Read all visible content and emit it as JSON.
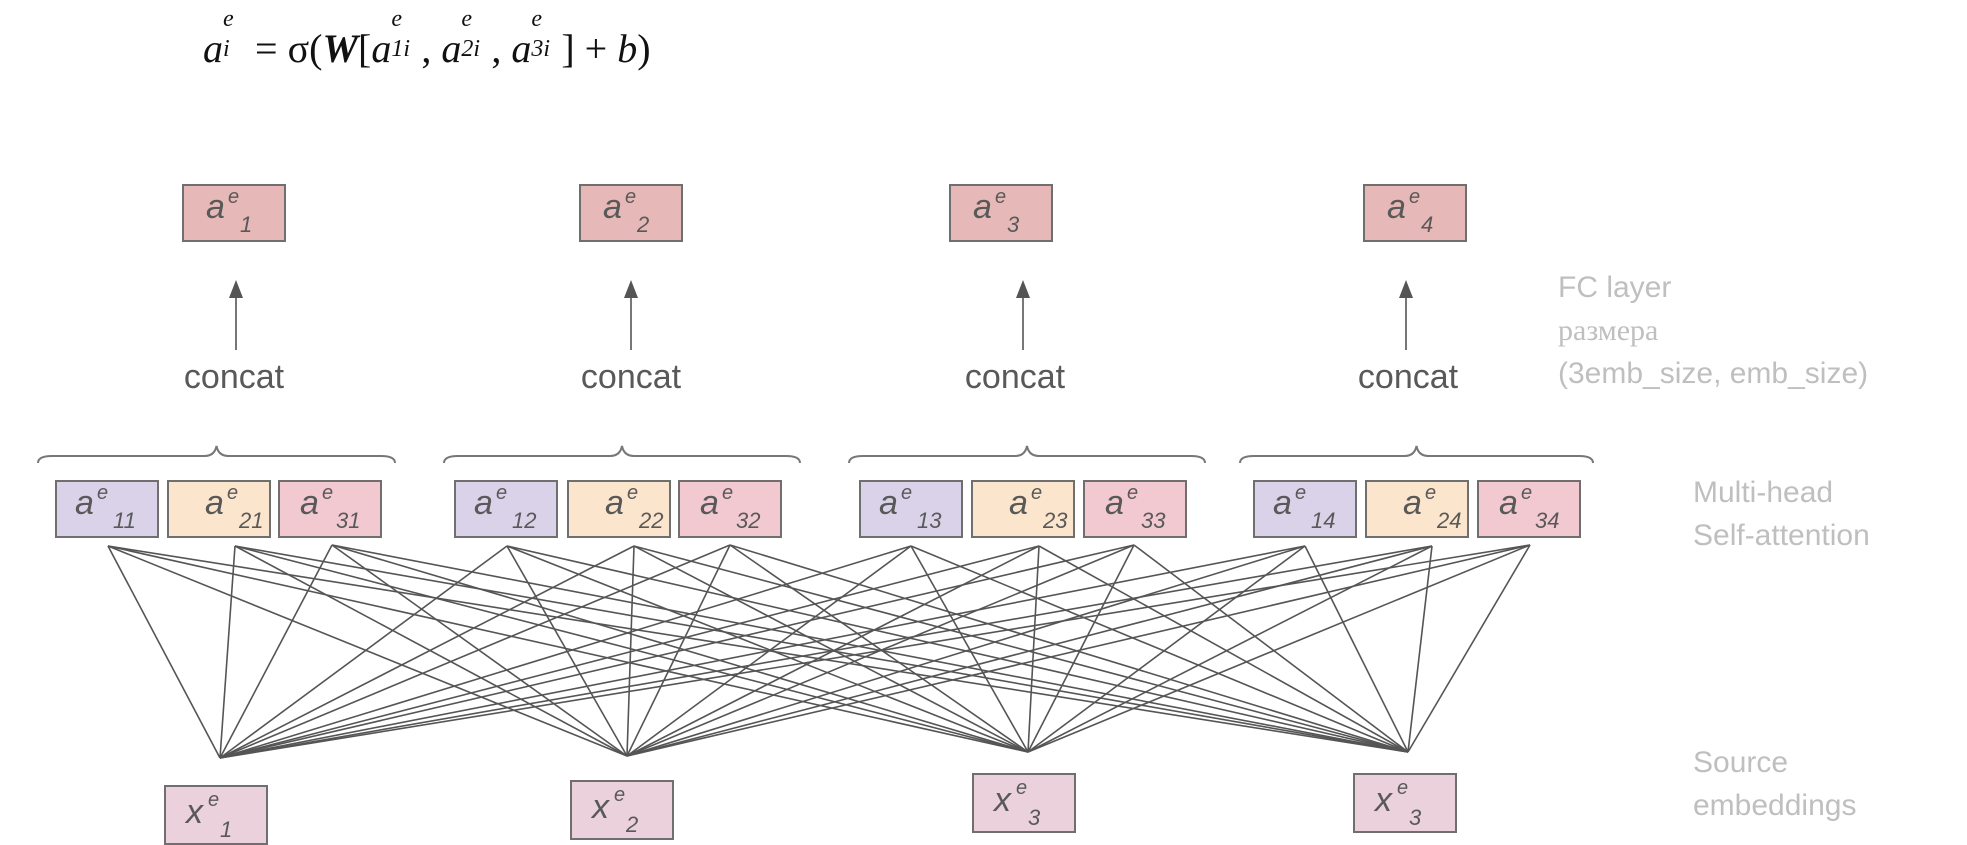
{
  "formula": {
    "lhs_base": "a",
    "lhs_sup": "e",
    "lhs_sub": "i",
    "equals": "=",
    "sigma": "σ(",
    "W": "W",
    "open_bracket": "[",
    "terms": [
      {
        "base": "a",
        "sup": "e",
        "sub": "1i",
        "sep": ","
      },
      {
        "base": "a",
        "sup": "e",
        "sub": "2i",
        "sep": ","
      },
      {
        "base": "a",
        "sup": "e",
        "sub": "3i",
        "sep": ""
      }
    ],
    "close": "] + ",
    "b": "b",
    "close_paren": ")"
  },
  "outputs": [
    {
      "base": "a",
      "sup": "e",
      "sub": "1"
    },
    {
      "base": "a",
      "sup": "e",
      "sub": "2"
    },
    {
      "base": "a",
      "sup": "e",
      "sub": "3"
    },
    {
      "base": "a",
      "sup": "e",
      "sub": "4"
    }
  ],
  "concat_label": "concat",
  "heads": [
    [
      {
        "base": "a",
        "sup": "e",
        "sub": "11"
      },
      {
        "base": "a",
        "sup": "e",
        "sub": "21"
      },
      {
        "base": "a",
        "sup": "e",
        "sub": "31"
      }
    ],
    [
      {
        "base": "a",
        "sup": "e",
        "sub": "12"
      },
      {
        "base": "a",
        "sup": "e",
        "sub": "22"
      },
      {
        "base": "a",
        "sup": "e",
        "sub": "32"
      }
    ],
    [
      {
        "base": "a",
        "sup": "e",
        "sub": "13"
      },
      {
        "base": "a",
        "sup": "e",
        "sub": "23"
      },
      {
        "base": "a",
        "sup": "e",
        "sub": "33"
      }
    ],
    [
      {
        "base": "a",
        "sup": "e",
        "sub": "14"
      },
      {
        "base": "a",
        "sup": "e",
        "sub": "24"
      },
      {
        "base": "a",
        "sup": "e",
        "sub": "34"
      }
    ]
  ],
  "inputs": [
    {
      "base": "x",
      "sup": "e",
      "sub": "1"
    },
    {
      "base": "x",
      "sup": "e",
      "sub": "2"
    },
    {
      "base": "x",
      "sup": "e",
      "sub": "3"
    },
    {
      "base": "x",
      "sup": "e",
      "sub": "3"
    }
  ],
  "side_labels": {
    "fc": [
      "FC layer",
      "размера",
      "(3emb_size, emb_size)"
    ],
    "mhsa": [
      "Multi-head",
      "Self-attention"
    ],
    "source": [
      "Source",
      "embeddings"
    ]
  },
  "colors": {
    "output_box": "#e6b8b7",
    "head1_box": "#d9d2e9",
    "head2_box": "#fce5cd",
    "head3_box": "#f2c9d0",
    "input_box": "#ead1dc",
    "line": "#555555",
    "side_text": "#bfbfbf"
  }
}
